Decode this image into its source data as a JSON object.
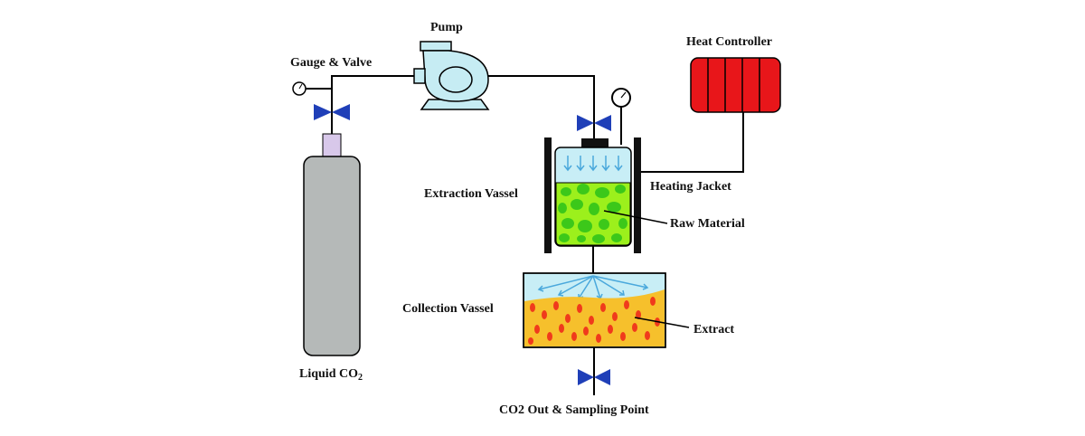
{
  "labels": {
    "pump": "Pump",
    "gauge_valve": "Gauge & Valve",
    "heat_controller": "Heat Controller",
    "extraction_vessel": "Extraction Vassel",
    "heating_jacket": "Heating Jacket",
    "raw_material": "Raw Material",
    "collection_vessel": "Collection Vassel",
    "extract": "Extract",
    "liquid_co2": "Liquid CO",
    "liquid_co2_sub": "2",
    "co2_out": "CO2 Out & Sampling Point"
  },
  "colors": {
    "line": "#000000",
    "valve": "#1f3fb8",
    "cylinder_body": "#b5b9b8",
    "cylinder_neck": "#d8c8ea",
    "pump_body": "#c6ecf3",
    "heat_controller": "#e8161a",
    "solvent_layer": "#c8eef6",
    "flow_arrow": "#4aa8dc",
    "raw_material_bed": "#9cf01c",
    "raw_material_particle": "#3cc81a",
    "extract_bed": "#f6c02c",
    "extract_particle": "#f03a1c",
    "jacket": "#111111"
  },
  "icons": [
    "valve-icon",
    "pressure-gauge-icon",
    "pump-icon",
    "gas-cylinder-icon",
    "heat-controller-icon"
  ]
}
